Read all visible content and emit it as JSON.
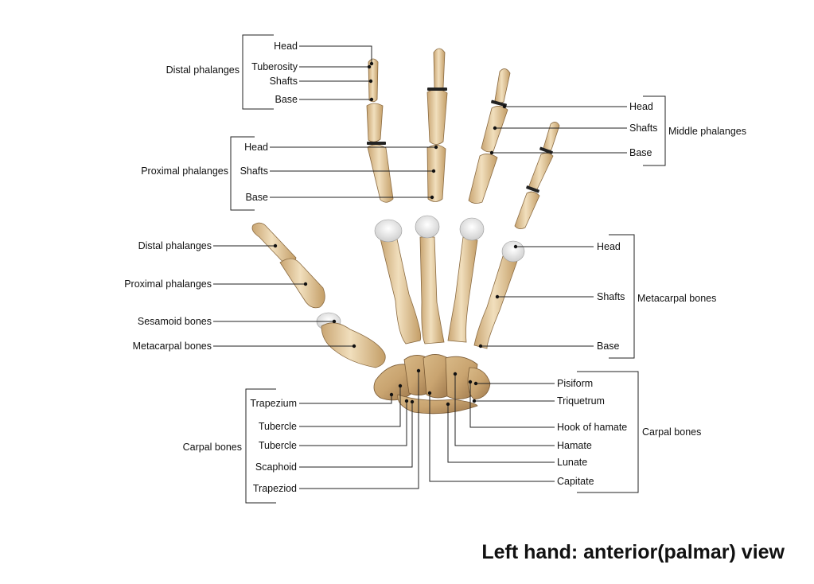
{
  "title": "Left hand: anterior(palmar) view",
  "left_labels": {
    "distal_group": "Distal phalanges",
    "distal_head": "Head",
    "distal_tuberosity": "Tuberosity",
    "distal_shafts": "Shafts",
    "distal_base": "Base",
    "proximal_group": "Proximal phalanges",
    "proximal_head": "Head",
    "proximal_shafts": "Shafts",
    "proximal_base": "Base",
    "thumb_distal": "Distal phalanges",
    "thumb_proximal": "Proximal phalanges",
    "thumb_sesamoid": "Sesamoid bones",
    "thumb_metacarpal": "Metacarpal bones",
    "carpal_group": "Carpal bones",
    "trapezium": "Trapezium",
    "tubercle_1": "Tubercle",
    "tubercle_2": "Tubercle",
    "scaphoid": "Scaphoid",
    "trapezoid": "Trapeziod"
  },
  "right_labels": {
    "middle_group": "Middle phalanges",
    "middle_head": "Head",
    "middle_shafts": "Shafts",
    "middle_base": "Base",
    "metacarpal_group": "Metacarpal bones",
    "meta_head": "Head",
    "meta_shafts": "Shafts",
    "meta_base": "Base",
    "carpal_group": "Carpal bones",
    "pisiform": "Pisiform",
    "triquetrum": "Triquetrum",
    "hook_of_hamate": "Hook of hamate",
    "hamate": "Hamate",
    "lunate": "Lunate",
    "capitate": "Capitate"
  },
  "colors": {
    "bone_light": "#efdcb8",
    "bone_mid": "#d8b987",
    "bone_dark": "#b58d5a",
    "cartilage": "#e9e9e9",
    "leader": "#222222"
  }
}
